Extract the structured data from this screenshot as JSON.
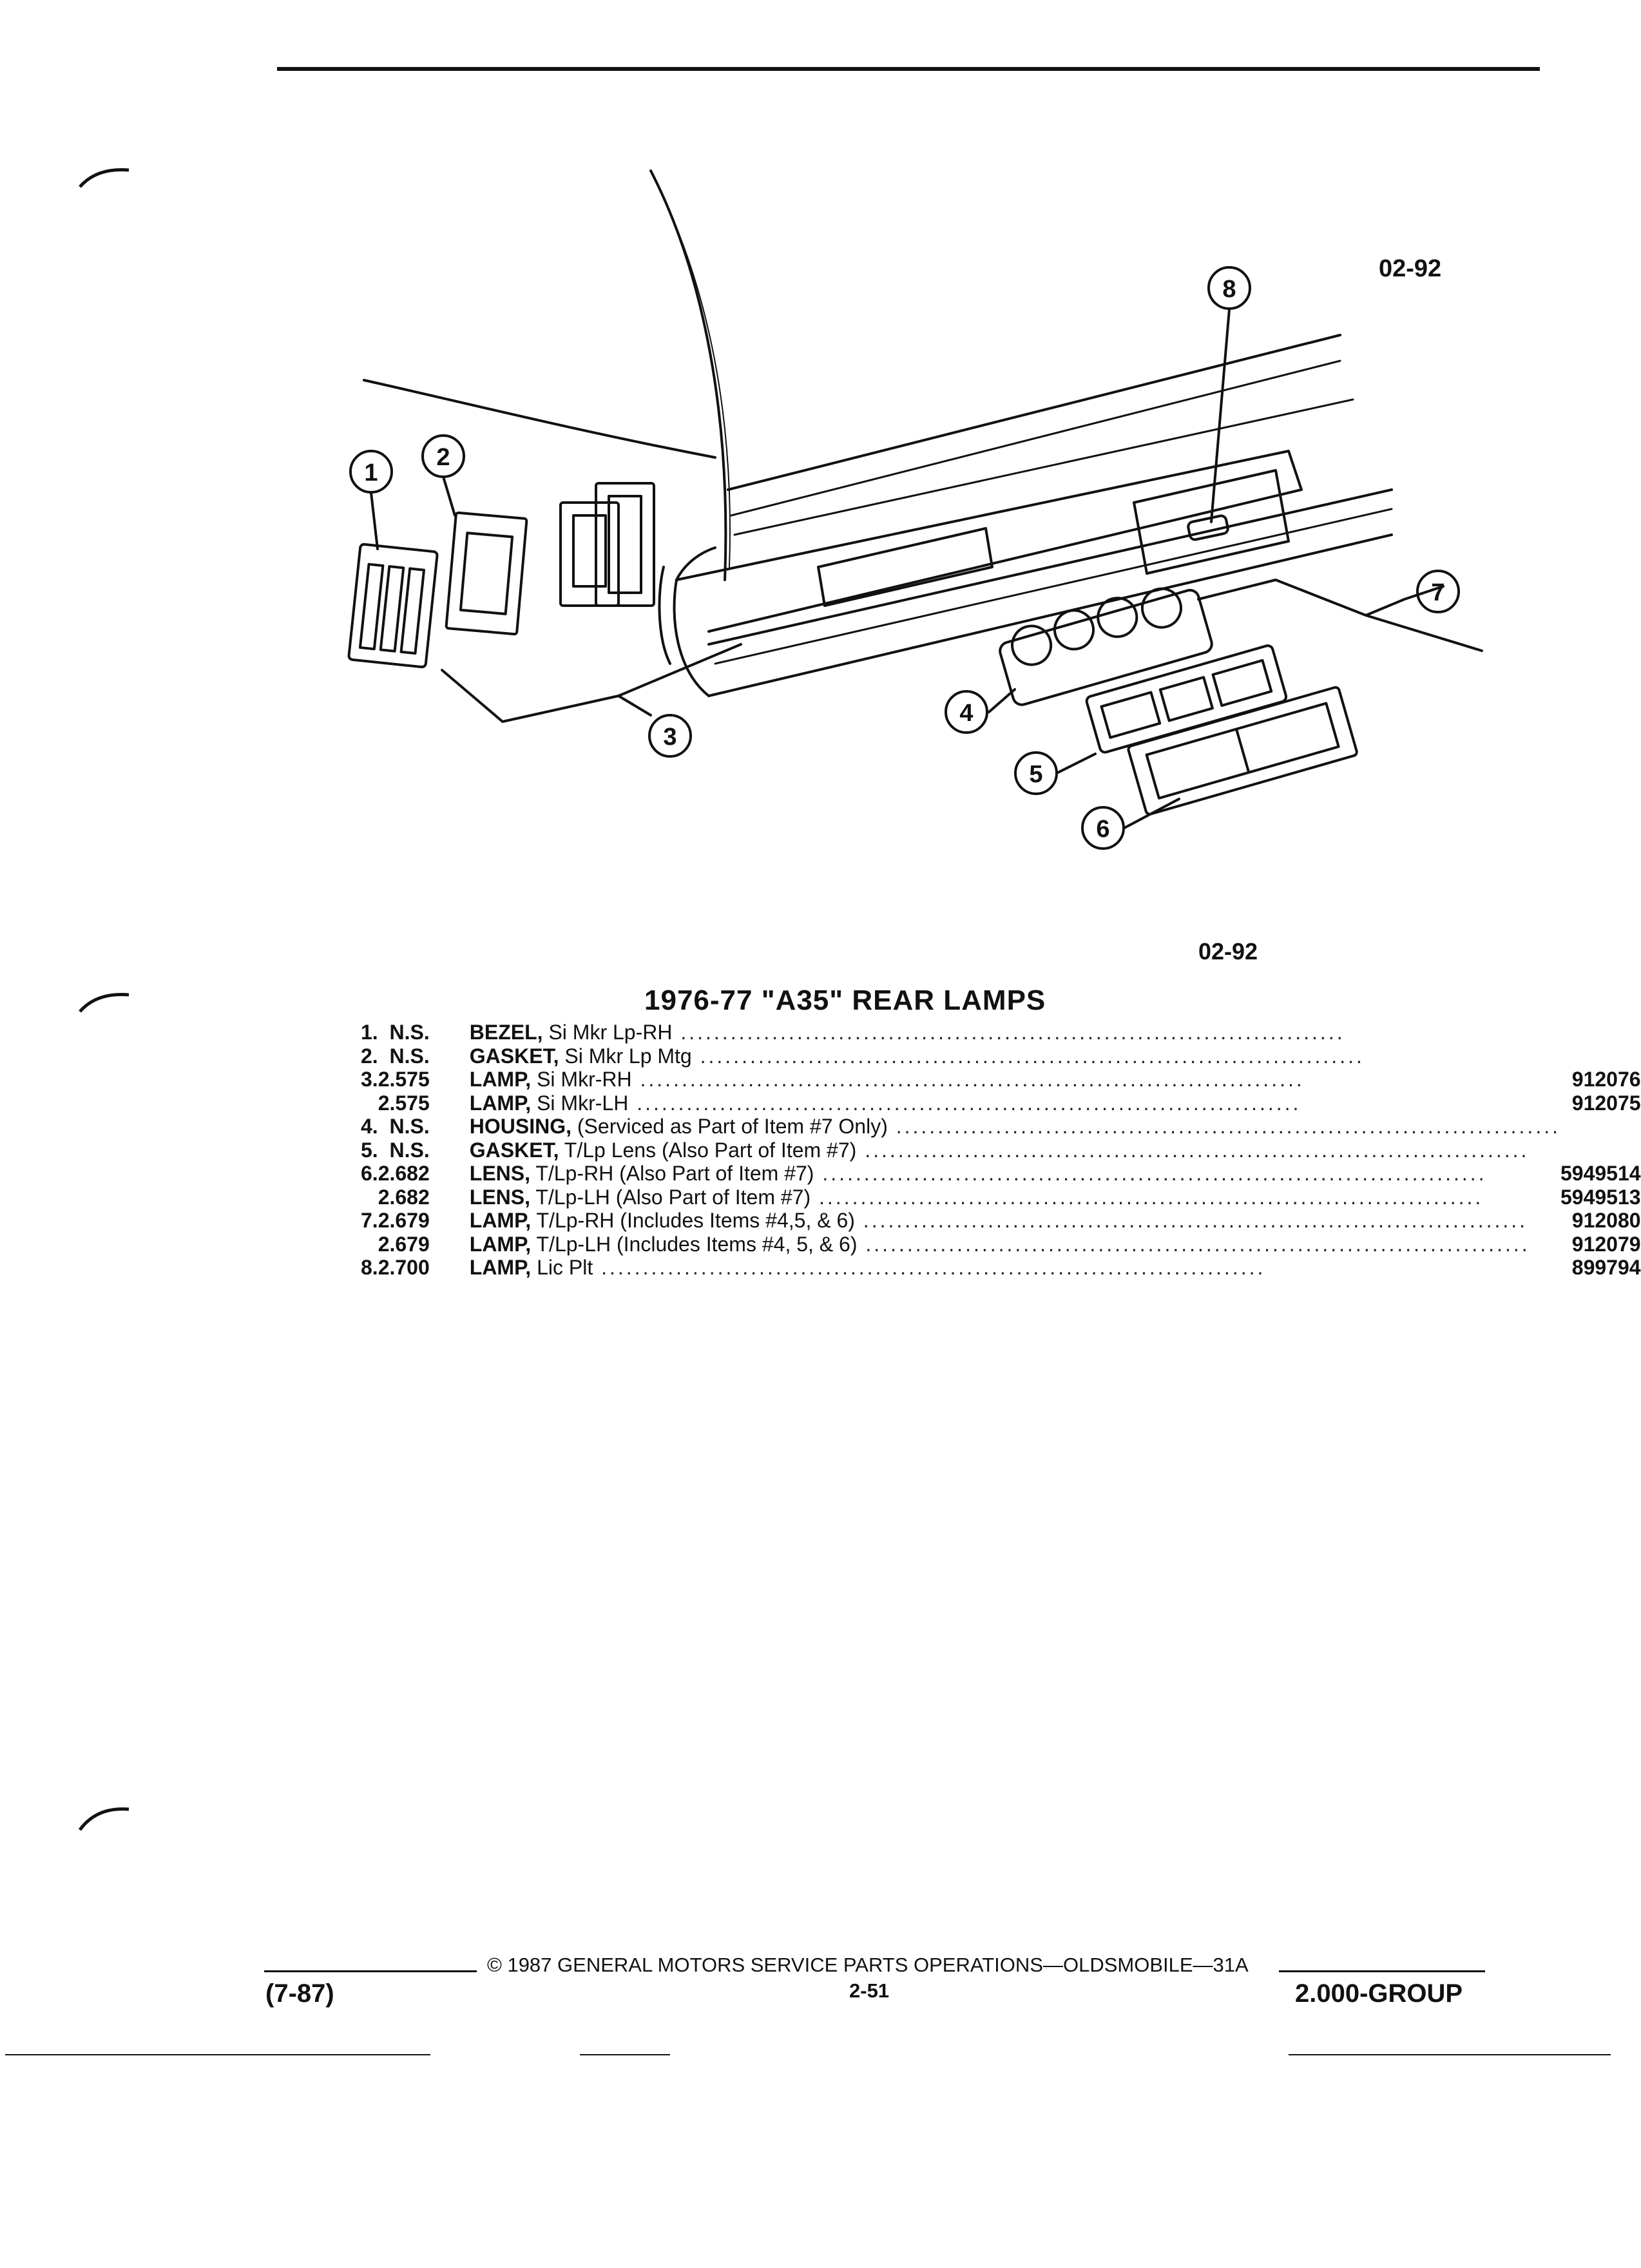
{
  "figure_code": "02-92",
  "callouts": [
    "1",
    "2",
    "3",
    "4",
    "5",
    "6",
    "7",
    "8"
  ],
  "title": "1976-77 \"A35\" REAR LAMPS",
  "parts": [
    {
      "item": "1.",
      "group": "N.S.",
      "name": "BEZEL,",
      "desc": "Si Mkr Lp-RH",
      "part_no": ""
    },
    {
      "item": "2.",
      "group": "N.S.",
      "name": "GASKET,",
      "desc": "Si Mkr Lp Mtg",
      "part_no": ""
    },
    {
      "item": "3.",
      "group": "2.575",
      "name": "LAMP,",
      "desc": "Si Mkr-RH",
      "part_no": "912076"
    },
    {
      "item": "",
      "group": "2.575",
      "name": "LAMP,",
      "desc": "Si Mkr-LH",
      "part_no": "912075"
    },
    {
      "item": "4.",
      "group": "N.S.",
      "name": "HOUSING,",
      "desc": "(Serviced as Part of Item #7 Only)",
      "part_no": ""
    },
    {
      "item": "5.",
      "group": "N.S.",
      "name": "GASKET,",
      "desc": "T/Lp Lens (Also Part of Item #7)",
      "part_no": ""
    },
    {
      "item": "6.",
      "group": "2.682",
      "name": "LENS,",
      "desc": "T/Lp-RH (Also Part of Item #7)",
      "part_no": "5949514"
    },
    {
      "item": "",
      "group": "2.682",
      "name": "LENS,",
      "desc": "T/Lp-LH (Also Part of Item #7)",
      "part_no": "5949513"
    },
    {
      "item": "7.",
      "group": "2.679",
      "name": "LAMP,",
      "desc": "T/Lp-RH (Includes Items #4,5, & 6)",
      "part_no": "912080"
    },
    {
      "item": "",
      "group": "2.679",
      "name": "LAMP,",
      "desc": "T/Lp-LH (Includes Items #4, 5, & 6)",
      "part_no": "912079"
    },
    {
      "item": "8.",
      "group": "2.700",
      "name": "LAMP,",
      "desc": "Lic Plt",
      "part_no": "899794"
    }
  ],
  "footer": {
    "copyright": "© 1987 GENERAL MOTORS SERVICE PARTS OPERATIONS—OLDSMOBILE—31A",
    "date_code": "(7-87)",
    "page": "2-51",
    "group": "2.000-GROUP"
  }
}
